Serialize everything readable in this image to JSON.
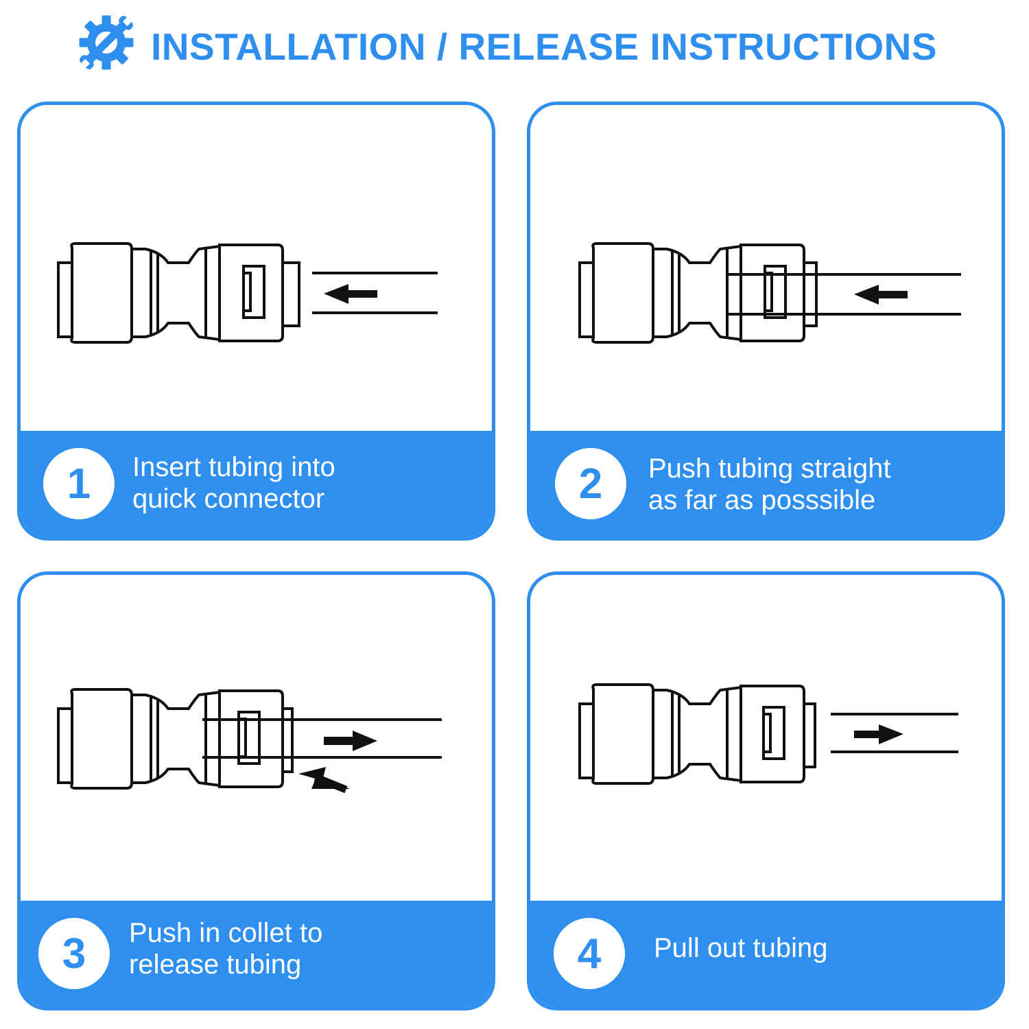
{
  "header": {
    "title": "INSTALLATION / RELEASE INSTRUCTIONS",
    "icon": "gear-wrench-icon",
    "accent_color": "#2f8fef"
  },
  "steps": [
    {
      "number": "1",
      "line1": "Insert tubing into",
      "line2": "quick connector"
    },
    {
      "number": "2",
      "line1": "Push tubing straight",
      "line2": "as far as posssible"
    },
    {
      "number": "3",
      "line1": "Push in collet to",
      "line2": "release tubing"
    },
    {
      "number": "4",
      "line1": "Pull out tubing",
      "line2": ""
    }
  ]
}
